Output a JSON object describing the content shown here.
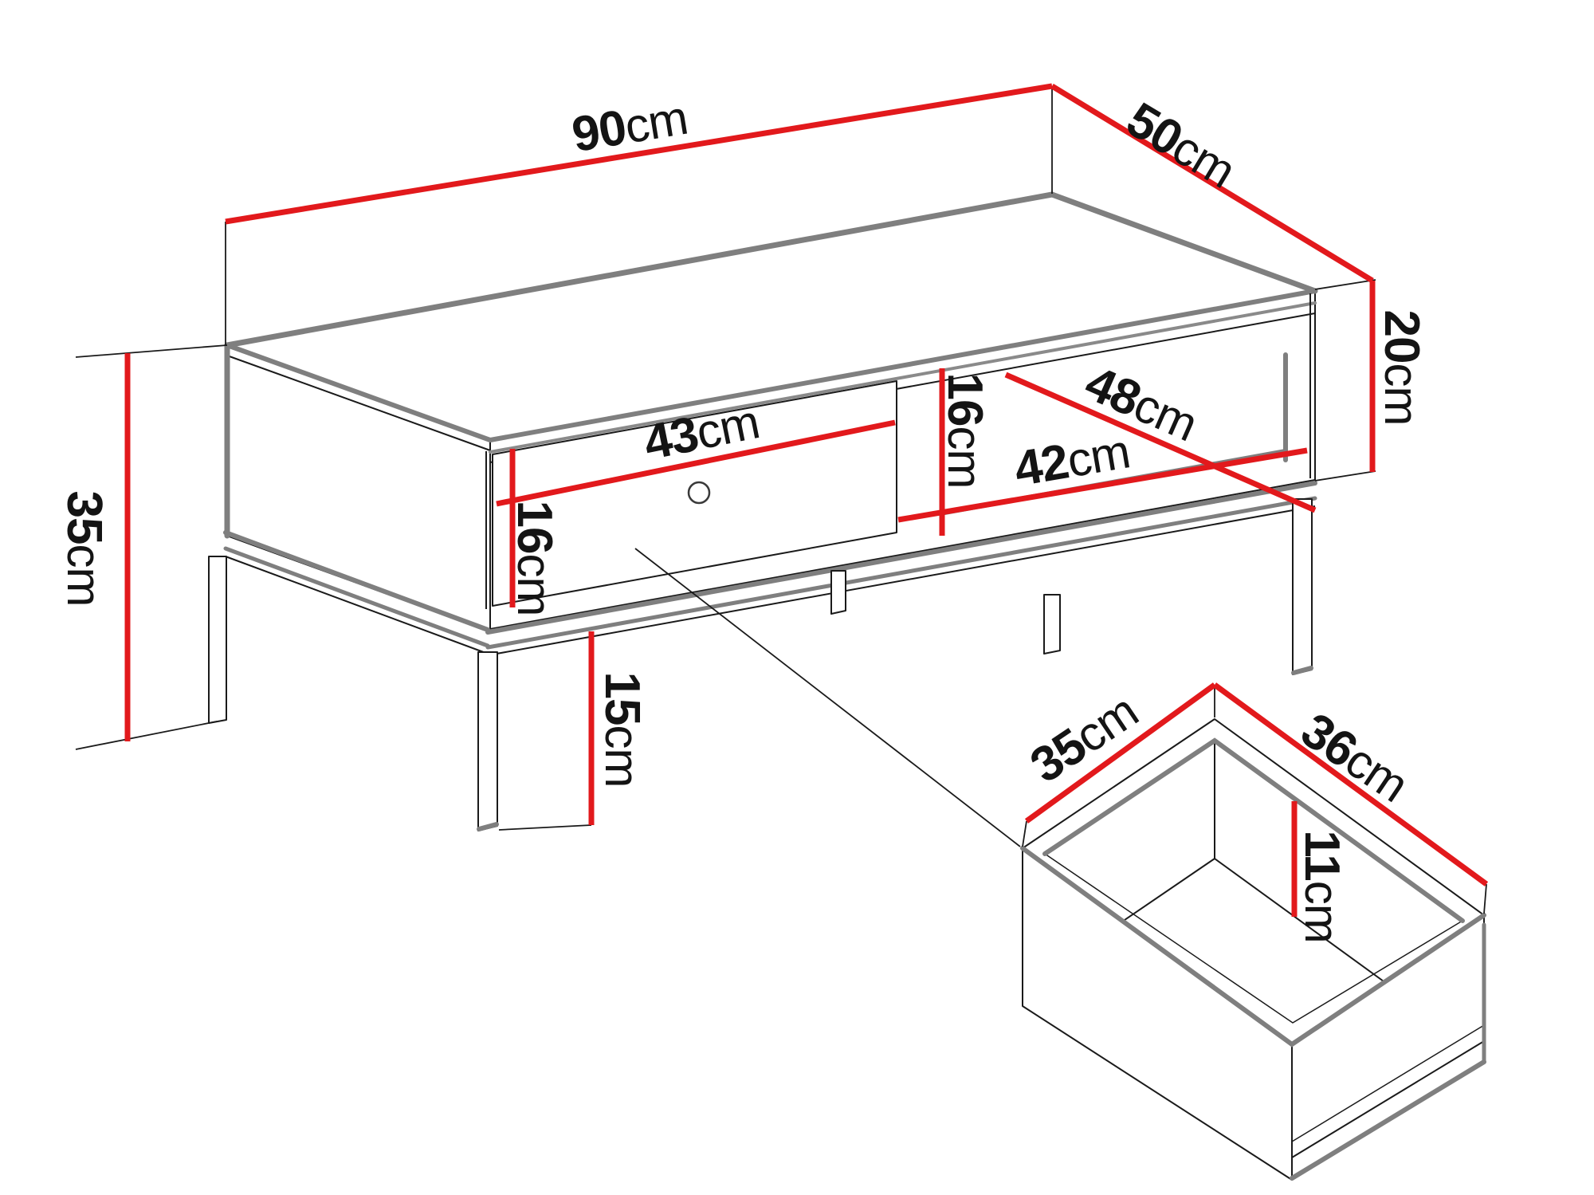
{
  "diagram": {
    "type": "furniture-dimension-drawing",
    "subject": "TV bench with drawer and open niche, plus extracted drawer box",
    "colors": {
      "background": "#ffffff",
      "dimension_red": "#e2191c",
      "edge_gray": "#7f7f7f",
      "line_black": "#1a1a1a"
    },
    "dimensions": {
      "width_top": {
        "value": "90",
        "unit": "cm"
      },
      "depth_top": {
        "value": "50",
        "unit": "cm"
      },
      "body_height": {
        "value": "20",
        "unit": "cm"
      },
      "total_height": {
        "value": "35",
        "unit": "cm"
      },
      "drawer_front_width": {
        "value": "43",
        "unit": "cm"
      },
      "drawer_front_height": {
        "value": "16",
        "unit": "cm"
      },
      "niche_height": {
        "value": "16",
        "unit": "cm"
      },
      "niche_width": {
        "value": "42",
        "unit": "cm"
      },
      "niche_depth": {
        "value": "48",
        "unit": "cm"
      },
      "leg_height": {
        "value": "15",
        "unit": "cm"
      },
      "drawer_box_depth": {
        "value": "35",
        "unit": "cm"
      },
      "drawer_box_width": {
        "value": "36",
        "unit": "cm"
      },
      "drawer_box_height": {
        "value": "11",
        "unit": "cm"
      }
    }
  }
}
